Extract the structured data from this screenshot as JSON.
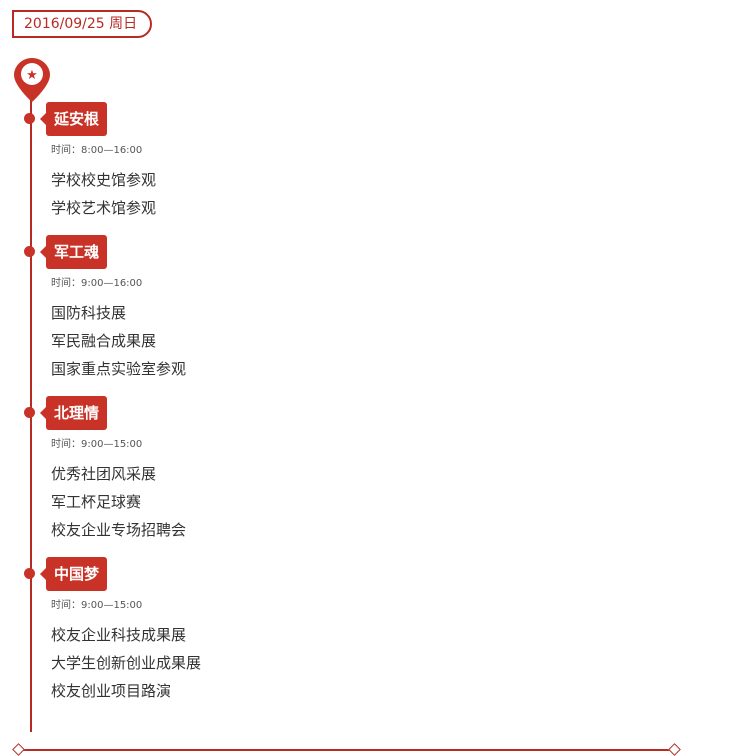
{
  "header": {
    "date": "2016/09/25 周日"
  },
  "colors": {
    "accent": "#c83227",
    "line": "#b82b25"
  },
  "pin_icon": "location-star-icon",
  "sections": [
    {
      "title": "延安根",
      "time": "时间：8:00—16:00",
      "items": [
        "学校校史馆参观",
        "学校艺术馆参观"
      ]
    },
    {
      "title": "军工魂",
      "time": "时间：9:00—16:00",
      "items": [
        "国防科技展",
        "军民融合成果展",
        "国家重点实验室参观"
      ]
    },
    {
      "title": "北理情",
      "time": "时间：9:00—15:00",
      "items": [
        "优秀社团风采展",
        "军工杯足球赛",
        "校友企业专场招聘会"
      ]
    },
    {
      "title": "中国梦",
      "time": "时间：9:00—15:00",
      "items": [
        "校友企业科技成果展",
        "大学生创新创业成果展",
        "校友创业项目路演"
      ]
    }
  ]
}
